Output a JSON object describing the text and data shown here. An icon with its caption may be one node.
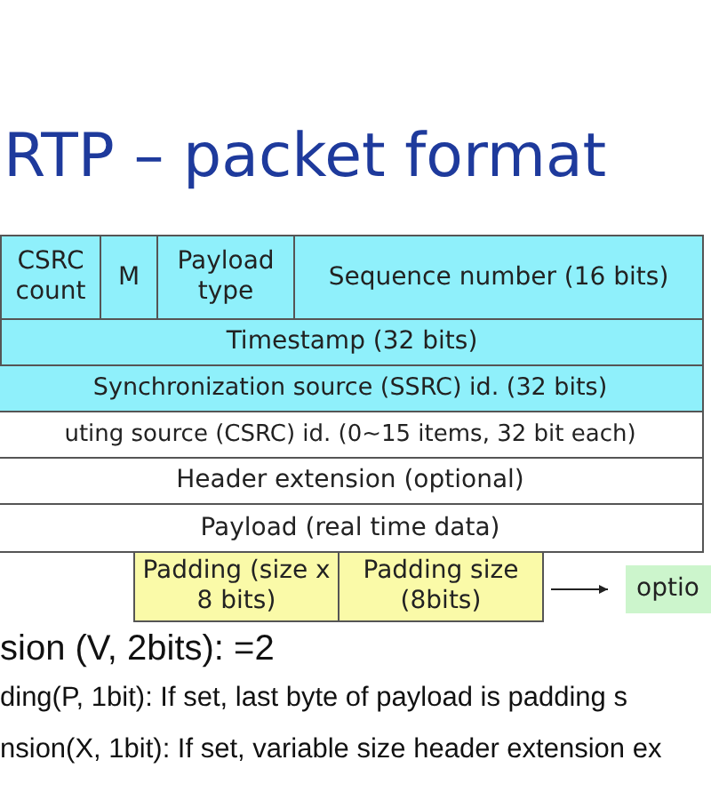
{
  "diagram": {
    "title": "RTP – packet format",
    "nodes": [
      {
        "text": [
          "CSRC count"
        ]
      },
      {
        "text": [
          "M"
        ]
      },
      {
        "text": [
          "Payload type"
        ]
      },
      {
        "text": [
          "Sequence number (16 bits)"
        ]
      },
      {
        "text": [
          "Timestamp (32 bits)"
        ]
      },
      {
        "text": [
          "Synchronization source (SSRC) id. (32 bits)"
        ]
      },
      {
        "text": [
          "uting source (CSRC) id. (0~15 items, 32 bit each)"
        ]
      },
      {
        "text": [
          "Header extension (optional)"
        ]
      },
      {
        "text": [
          "Payload (real time data)"
        ]
      },
      {
        "text": [
          "Padding (size x 8 bits)"
        ]
      },
      {
        "text": [
          "Padding size (8bits)"
        ]
      },
      {
        "text": [
          "optio"
        ]
      }
    ],
    "edges": [
      {
        "from": 10,
        "to": 11,
        "arrow": "to"
      }
    ],
    "labels": [
      "sion (V, 2bits): =2",
      "ding(P, 1bit): If set, last byte of payload is padding s",
      "nsion(X, 1bit): If set, variable size header extension ex"
    ]
  }
}
